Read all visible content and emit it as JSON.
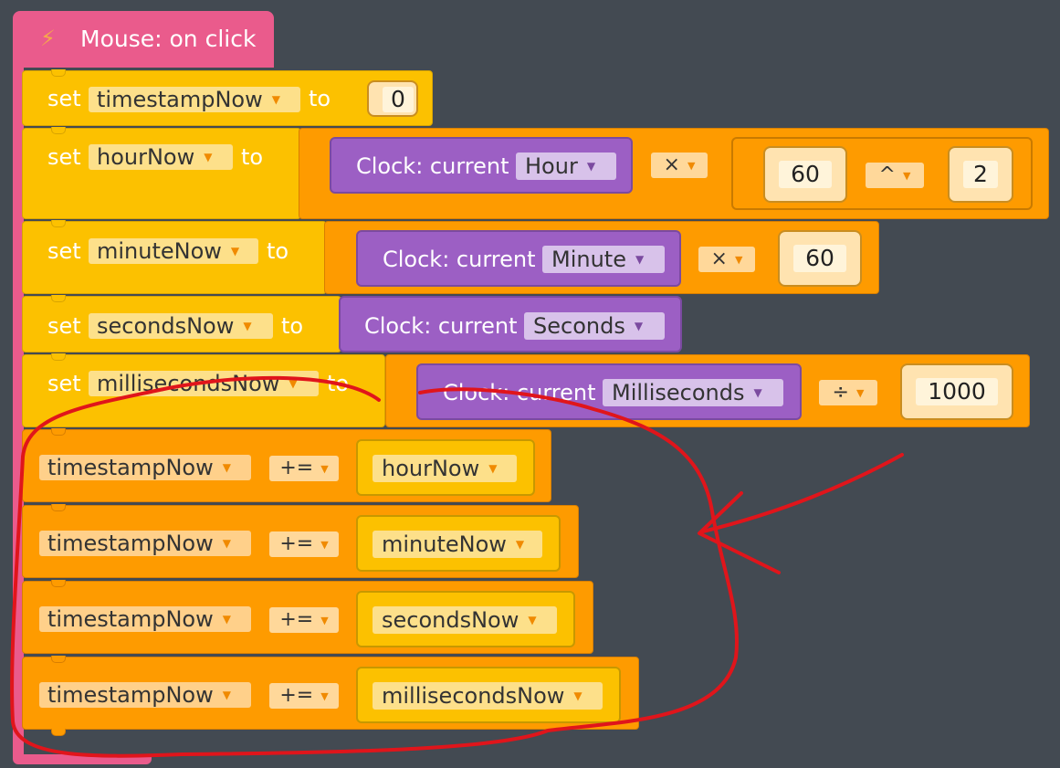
{
  "event": {
    "label": "Mouse: on click",
    "icon": "lightning-icon"
  },
  "set_blocks": [
    {
      "set": "set",
      "variable": "timestampNow",
      "to": "to",
      "value": "0"
    },
    {
      "set": "set",
      "variable": "hourNow",
      "to": "to",
      "clock_label": "Clock: current",
      "clock_unit": "Hour",
      "op": "×",
      "num": "60",
      "pow_op": "^",
      "pow_num": "2"
    },
    {
      "set": "set",
      "variable": "minuteNow",
      "to": "to",
      "clock_label": "Clock: current",
      "clock_unit": "Minute",
      "op": "×",
      "num": "60"
    },
    {
      "set": "set",
      "variable": "secondsNow",
      "to": "to",
      "clock_label": "Clock: current",
      "clock_unit": "Seconds"
    },
    {
      "set": "set",
      "variable": "millisecondsNow",
      "to": "to",
      "clock_label": "Clock: current",
      "clock_unit": "Milliseconds",
      "op": "÷",
      "num": "1000"
    }
  ],
  "change_blocks": [
    {
      "variable": "timestampNow",
      "op": "+=",
      "value": "hourNow"
    },
    {
      "variable": "timestampNow",
      "op": "+=",
      "value": "minuteNow"
    },
    {
      "variable": "timestampNow",
      "op": "+=",
      "value": "secondsNow"
    },
    {
      "variable": "timestampNow",
      "op": "+=",
      "value": "millisecondsNow"
    }
  ],
  "colors": {
    "event": "#ea5b8c",
    "variables": "#fcc100",
    "math": "#fe9b00",
    "clock": "#9c5fc4",
    "annotation": "#e0151b",
    "background": "#434a52"
  }
}
